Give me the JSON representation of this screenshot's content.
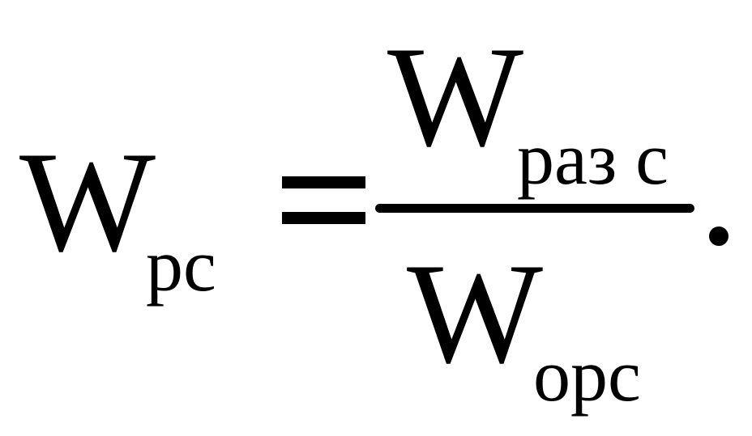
{
  "formula": {
    "lhs": {
      "symbol": "W",
      "subscript": "рс"
    },
    "equals": "=",
    "numerator": {
      "symbol": "W",
      "subscript": "раз с"
    },
    "denominator": {
      "symbol": "W",
      "subscript": "орс"
    },
    "terminator": "."
  }
}
